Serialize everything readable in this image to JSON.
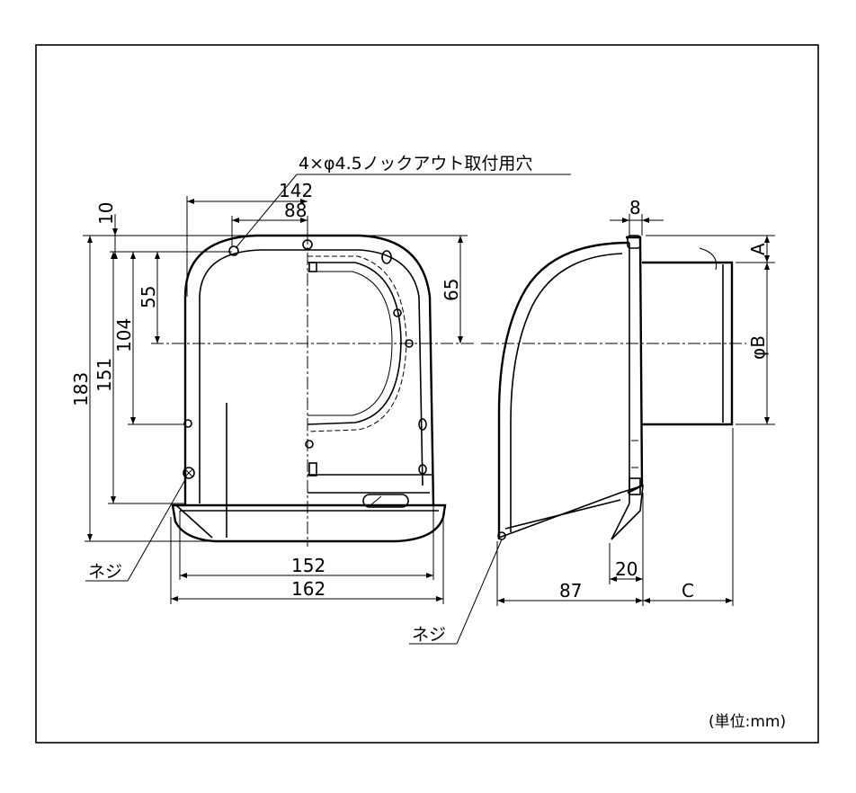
{
  "annotations": {
    "knockout_holes": "4×φ4.5ノックアウト取付用穴",
    "screw_left": "ネジ",
    "screw_right": "ネジ",
    "unit": "(単位:mm)"
  },
  "dimensions": {
    "d142": "142",
    "d88": "88",
    "d10": "10",
    "d55": "55",
    "d104": "104",
    "d151": "151",
    "d183": "183",
    "d65": "65",
    "d152": "152",
    "d162": "162",
    "d8": "8",
    "dA": "A",
    "dB": "φB",
    "d87": "87",
    "d20": "20",
    "dC": "C"
  }
}
